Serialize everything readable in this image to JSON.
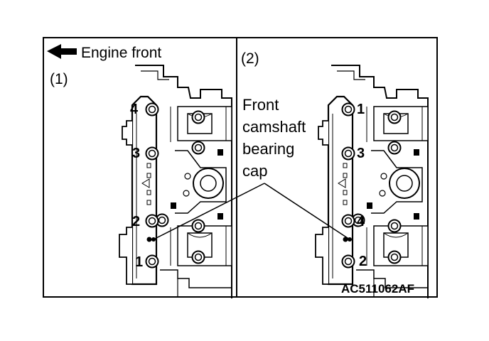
{
  "header": {
    "direction_label": "Engine front"
  },
  "panels": [
    {
      "label": "(1)",
      "bolts": [
        "4",
        "3",
        "2",
        "1"
      ]
    },
    {
      "label": "(2)",
      "bolts": [
        "1",
        "3",
        "4",
        "2"
      ]
    }
  ],
  "callout": {
    "line1": "Front",
    "line2": "camshaft",
    "line3": "bearing",
    "line4": "cap"
  },
  "figure_code": "AC511062AF",
  "icons": {
    "direction": "left-arrow-icon"
  }
}
